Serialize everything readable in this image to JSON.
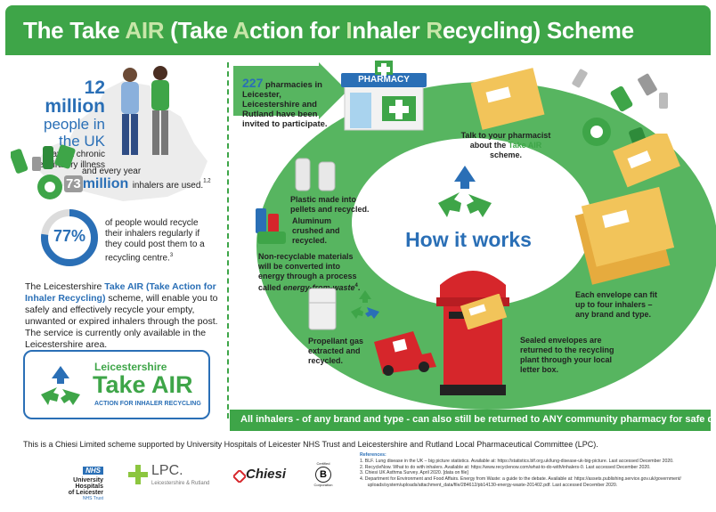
{
  "header": {
    "title_pre": "The Take ",
    "title_air": "AIR",
    "title_mid1": " (Take ",
    "title_a": "A",
    "title_mid2": "ction for ",
    "title_i": "I",
    "title_mid3": "nhaler ",
    "title_r": "R",
    "title_post": "ecycling) Scheme"
  },
  "left": {
    "people_num": "12 million",
    "people_text1": "people in",
    "people_text2": "the UK",
    "people_text3": "have a chronic",
    "people_text4": "respiratory illness",
    "every_year": "and every year",
    "inhalers_num": "73",
    "inhalers_unit": "million",
    "inhalers_text": "inhalers are used.",
    "inhalers_ref": "1,2",
    "pct": "77%",
    "pct_text1": "of people would recycle",
    "pct_text2": "their inhalers regularly if",
    "pct_text3": "they could post them to a",
    "pct_text4": "recycling centre.",
    "pct_ref": "3",
    "para_pre": "The Leicestershire ",
    "para_bold": "Take AIR (Take Action for Inhaler Recycling)",
    "para_post": " scheme, will enable you to safely and effectively recycle your empty, unwanted or expired inhalers through the post. The service is currently only available in the Leicestershire area.",
    "logo_county": "Leicestershire",
    "logo_name": "Take AIR",
    "logo_sub": "ACTION FOR INHALER RECYCLING"
  },
  "right": {
    "pharm_num": "227",
    "pharm_text": "pharmacies in Leicester, Leicestershire and Rutland have been invited to participate.",
    "pharmacy_sign": "PHARMACY",
    "talk_text_pre": "Talk to your pharmacist about the ",
    "talk_text_air": "Take AIR",
    "talk_text_post": " scheme.",
    "plastic": "Plastic made into pellets and recycled.",
    "aluminum": "Aluminum crushed and recycled.",
    "nonrec_pre": "Non-recyclable materials will be converted into energy through a process called ",
    "nonrec_em": "energy-from-waste",
    "nonrec_ref": "4",
    "propellant": "Propellant gas extracted and recycled.",
    "how_it_works": "How it works",
    "envelope": "Each envelope can fit up to four inhalers – any brand and type.",
    "sealed": "Sealed envelopes are returned to the recycling plant through your local letter box.",
    "bottom_bar": "All inhalers - of any brand and type - can also still be returned to ANY community pharmacy for safe disposal."
  },
  "footer": {
    "supported": "This is a Chiesi Limited scheme supported by University Hospitals of Leicester NHS Trust and Leicestershire and Rutland Local Pharmaceutical Committee (LPC).",
    "nhs_badge": "NHS",
    "nhs_name1": "University Hospitals",
    "nhs_name2": "of Leicester",
    "nhs_trust": "NHS Trust",
    "lpc": "LPC.",
    "lpc_sub": "Leicestershire & Rutland",
    "chiesi": "Chiesi",
    "bcorp_top": "Certified",
    "bcorp_b": "B",
    "bcorp_bottom": "Corporation",
    "refs_title": "References:",
    "refs": [
      "1.   BLF. Lung disease in the UK – big picture statistics. Available at: https://statistics.blf.org.uk/lung-disease-uk-big-picture. Last accessed December 2020.",
      "2.   RecycleNow. What to do with inhalers. Available at: https://www.recyclenow.com/what-to-do-with/inhalers-0. Last accessed December 2020.",
      "3.   Chiesi UK Asthma Survey. April 2020. [data on file]",
      "4.   Department for Environment and Food Affairs. Energy from Waste: a guide to the debate. Available at: https://assets.publishing.service.gov.uk/government/",
      "      uploads/system/uploads/attachment_data/file/284612/pb14130-energy-waste-201402.pdf. Last accessed December 2020."
    ]
  },
  "colors": {
    "green": "#3ea548",
    "ring_green": "#57b560",
    "blue": "#2a6fb6",
    "red": "#d6262b",
    "envelope": "#f2c45a"
  }
}
